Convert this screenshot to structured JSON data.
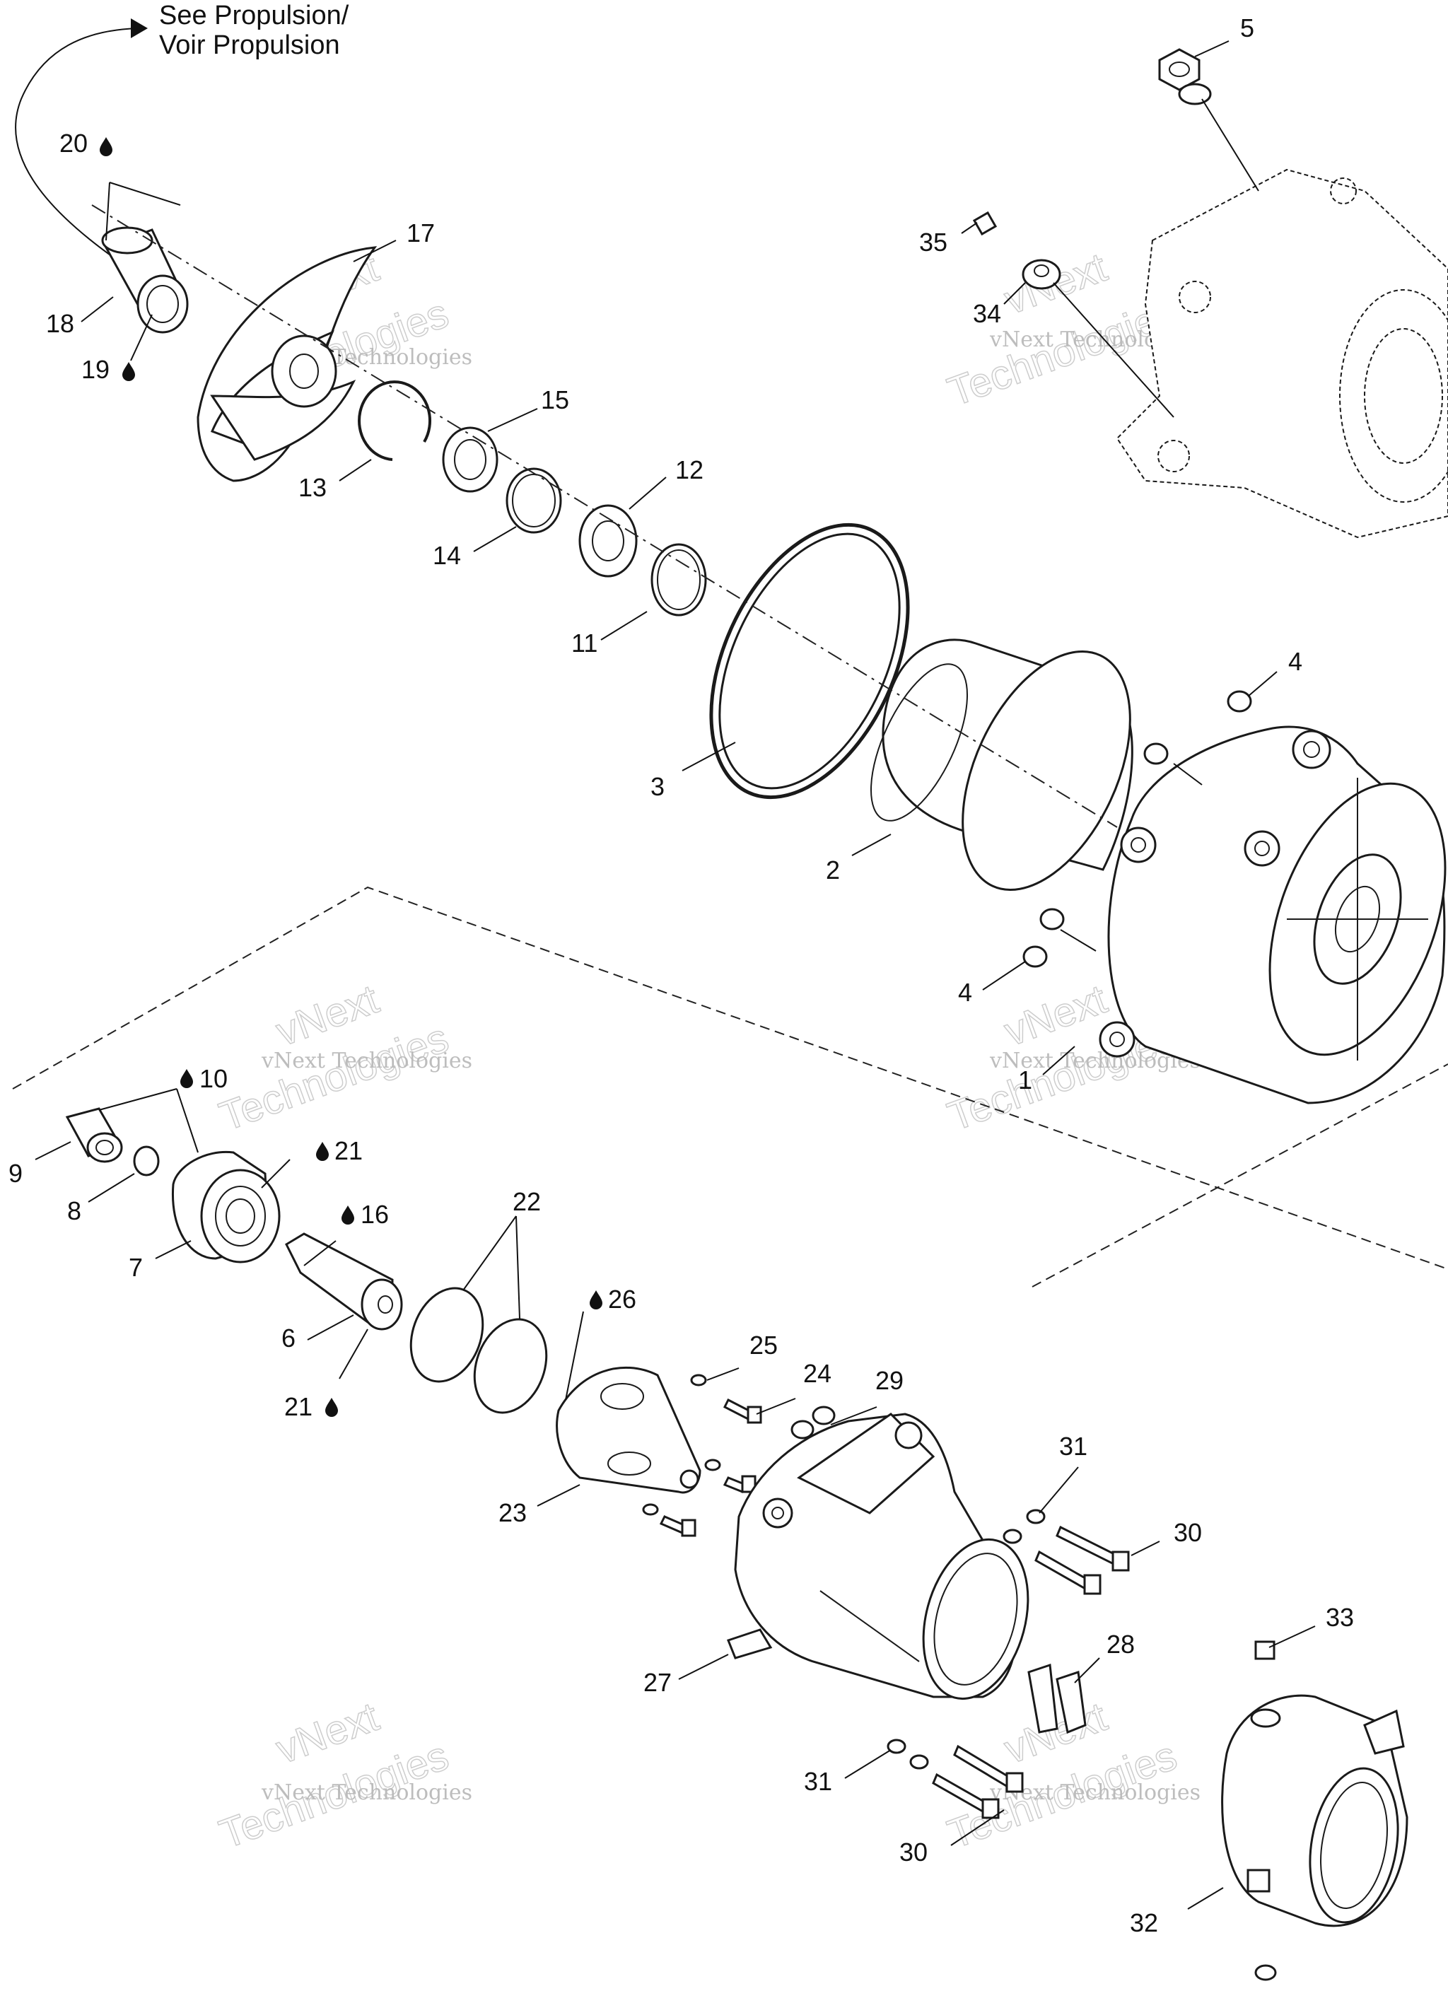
{
  "note": {
    "line1": "See Propulsion/",
    "line2": "Voir Propulsion"
  },
  "callouts": {
    "c1": "1",
    "c2": "2",
    "c3": "3",
    "c4a": "4",
    "c4b": "4",
    "c5": "5",
    "c6": "6",
    "c7": "7",
    "c8": "8",
    "c9": "9",
    "c10": "10",
    "c11": "11",
    "c12": "12",
    "c13": "13",
    "c14": "14",
    "c15": "15",
    "c16": "16",
    "c17": "17",
    "c18": "18",
    "c19": "19",
    "c20": "20",
    "c21a": "21",
    "c21b": "21",
    "c22": "22",
    "c23": "23",
    "c24": "24",
    "c25": "25",
    "c26": "26",
    "c27": "27",
    "c28": "28",
    "c29": "29",
    "c30a": "30",
    "c30b": "30",
    "c31a": "31",
    "c31b": "31",
    "c32": "32",
    "c33": "33",
    "c34": "34",
    "c35": "35"
  },
  "watermark": {
    "line1": "vNext Technologies",
    "line2": "Technologies",
    "line3": "vNext"
  },
  "icons": {
    "lubricant": "oil-drop-icon",
    "pointer": "curved-arrow-icon"
  }
}
